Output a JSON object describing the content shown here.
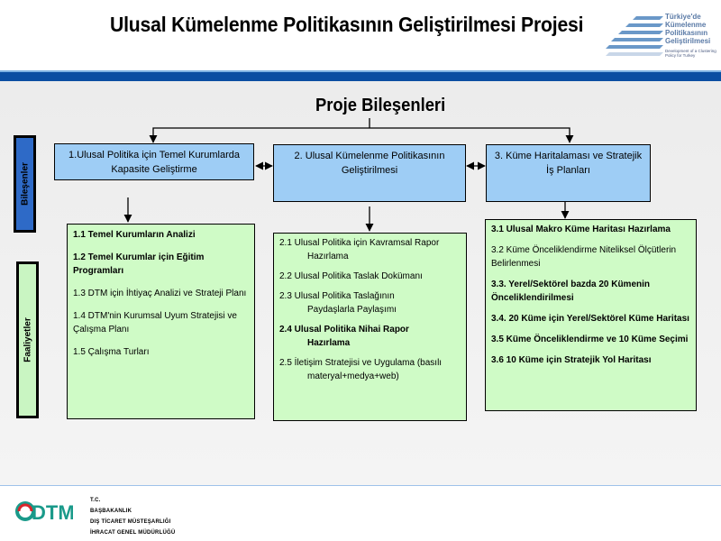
{
  "header": {
    "title": "Ulusal Kümelenme Politikasının Geliştirilmesi Projesi",
    "logo_lines": [
      "Türkiye'de",
      "Kümelenme",
      "Politikasının",
      "Geliştirilmesi"
    ],
    "logo_sub": "Development of a Clustering Policy for Turkey"
  },
  "section_title": "Proje Bileşenleri",
  "side_labels": {
    "components": "Bileşenler",
    "activities": "Faaliyetler"
  },
  "components": [
    {
      "label": "1.Ulusal Politika için Temel Kurumlarda Kapasite Geliştirme"
    },
    {
      "label": "2. Ulusal Kümelenme Politikasının Geliştirilmesi"
    },
    {
      "label": "3. Küme Haritalaması ve Stratejik İş Planları"
    }
  ],
  "activities": {
    "c1": [
      {
        "text": "1.1 Temel Kurumların     Analizi",
        "bold": true
      },
      {
        "text": "1.2 Temel Kurumlar için Eğitim Programları",
        "bold": true
      },
      {
        "text": "1.3 DTM için İhtiyaç Analizi ve Strateji Planı",
        "bold": false
      },
      {
        "text": "1.4 DTM'nin Kurumsal Uyum Stratejisi ve Çalışma Planı",
        "bold": false
      },
      {
        "text": "1.5 Çalışma Turları",
        "bold": false
      }
    ],
    "c2": [
      {
        "first": "2.1 Ulusal Politika için Kavramsal Rapor",
        "rest": "Hazırlama",
        "bold": false
      },
      {
        "first": "2.2 Ulusal Politika Taslak Dokümanı",
        "rest": "",
        "bold": false
      },
      {
        "first": "2.3 Ulusal Politika Taslağının",
        "rest": "Paydaşlarla Paylaşımı",
        "bold": false
      },
      {
        "first": "2.4 Ulusal Politika Nihai Rapor",
        "rest": "Hazırlama",
        "bold": true
      },
      {
        "first": "2.5 İletişim Stratejisi ve Uygulama (basılı",
        "rest": "materyal+medya+web)",
        "bold": false
      }
    ],
    "c3": [
      {
        "text": "3.1 Ulusal Makro Küme Haritası Hazırlama",
        "bold": true
      },
      {
        "text": "3.2 Küme Önceliklendirme Niteliksel Ölçütlerin Belirlenmesi",
        "bold": false
      },
      {
        "text": "3.3. Yerel/Sektörel bazda 20 Kümenin Önceliklendirilmesi",
        "bold": true
      },
      {
        "text": "3.4. 20 Küme için Yerel/Sektörel Küme Haritası",
        "bold": true
      },
      {
        "text": "3.5 Küme Önceliklendirme ve 10 Küme Seçimi",
        "bold": true
      },
      {
        "text": "3.6 10 Küme için Stratejik Yol Haritası",
        "bold": true
      }
    ]
  },
  "footer": {
    "logo_text": "DTM",
    "lines": [
      "T.C.",
      "BAŞBAKANLIK",
      "DIŞ TİCARET MÜSTEŞARLIĞI",
      "İHRACAT GENEL MÜDÜRLÜĞÜ"
    ]
  },
  "colors": {
    "band": "#0b4ea2",
    "component_fill": "#9ecdf5",
    "activity_fill": "#cffbc6",
    "vtab_components": "#2e6ac7",
    "vtab_activities": "#c9f5c2",
    "dtm_green": "#1a9a8a",
    "dtm_red": "#d8262c"
  }
}
